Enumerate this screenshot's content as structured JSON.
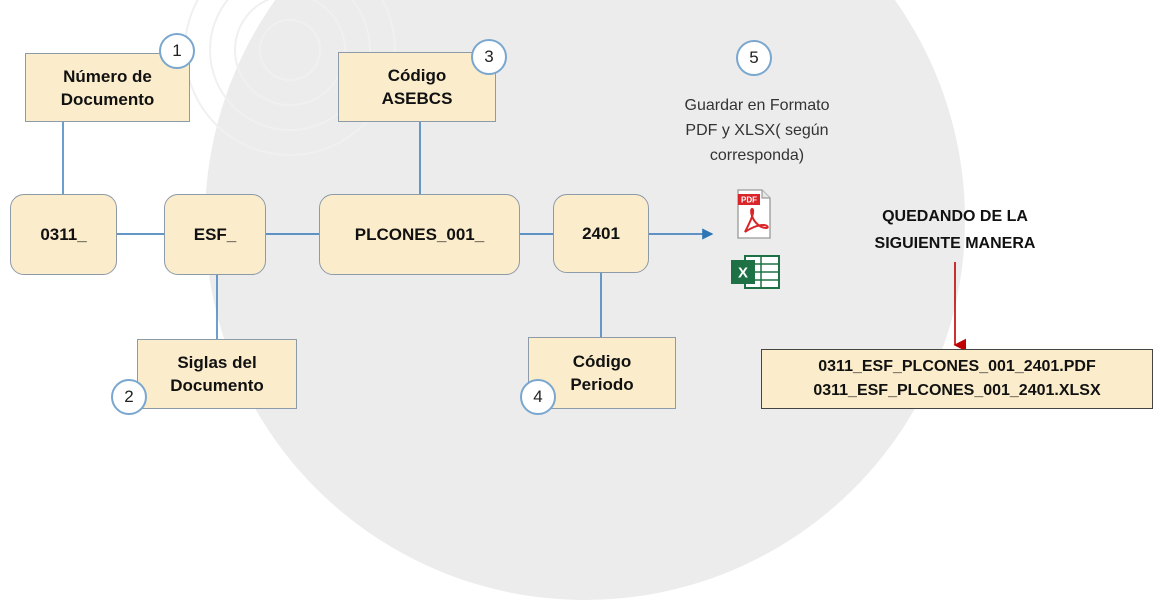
{
  "codes": {
    "doc_number": "0311_",
    "doc_sigla": "ESF_",
    "asebcs": "PLCONES_001_",
    "period": "2401"
  },
  "labels": {
    "doc_number": "Número de\nDocumento",
    "asebcs": "Código\nASEBCS",
    "doc_sigla": "Siglas del\nDocumento",
    "period": "Código\nPeriodo"
  },
  "steps": [
    "1",
    "2",
    "3",
    "4",
    "5"
  ],
  "save_text": "Guardar en Formato\nPDF y XLSX( según\ncorresponda)",
  "icons": {
    "pdf": "pdf-file-icon",
    "pdf_label": "PDF",
    "excel": "excel-file-icon",
    "excel_label": "X"
  },
  "result": {
    "title": "QUEDANDO DE LA\nSIGUIENTE MANERA",
    "files": [
      "0311_ESF_PLCONES_001_2401.PDF",
      "0311_ESF_PLCONES_001_2401.XLSX"
    ]
  },
  "colors": {
    "box_fill": "#fbedcc",
    "box_border": "#8d9aa8",
    "badge_border": "#7aa7cf",
    "connector": "#2e75b6",
    "arrow_red": "#c00000",
    "pdf_red": "#d9252a",
    "excel_green": "#1e7145"
  }
}
